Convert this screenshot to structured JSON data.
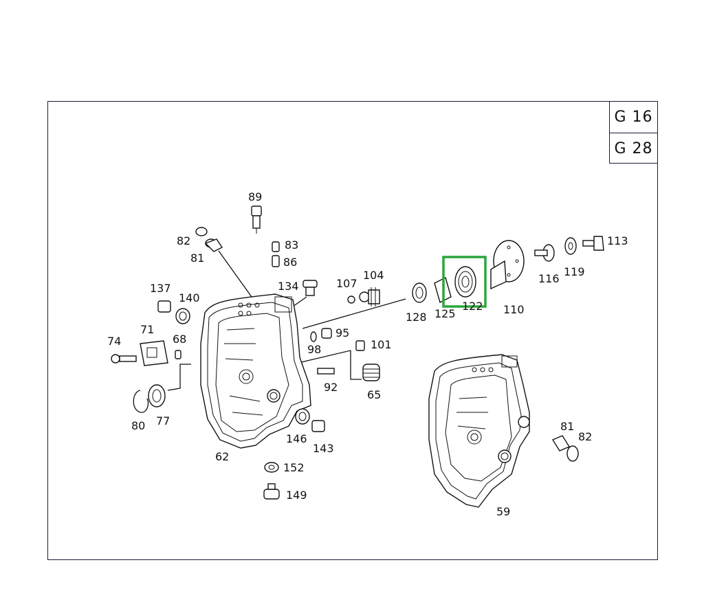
{
  "diagram": {
    "codes": [
      "G 16",
      "G 28"
    ],
    "highlight_color": "#2aa63c",
    "labels": {
      "p89": "89",
      "p82a": "82",
      "p81a": "81",
      "p83": "83",
      "p86": "86",
      "p134": "134",
      "p107": "107",
      "p104": "104",
      "p137": "137",
      "p140": "140",
      "p71": "71",
      "p74": "74",
      "p68": "68",
      "p98": "98",
      "p95": "95",
      "p101": "101",
      "p92": "92",
      "p65": "65",
      "p80": "80",
      "p77": "77",
      "p62": "62",
      "p146": "146",
      "p143": "143",
      "p152": "152",
      "p149": "149",
      "p128": "128",
      "p125": "125",
      "p122": "122",
      "p110": "110",
      "p116": "116",
      "p119": "119",
      "p113": "113",
      "p81b": "81",
      "p82b": "82",
      "p59": "59"
    }
  }
}
